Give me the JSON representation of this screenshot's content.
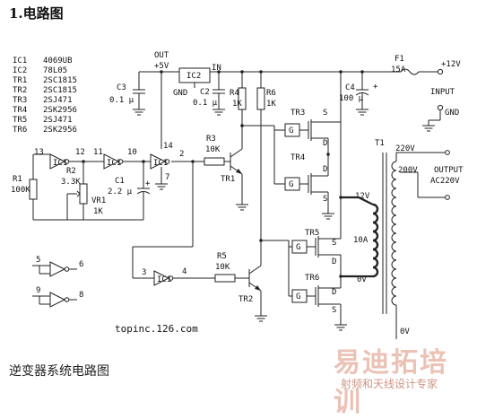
{
  "heading": "1.电路图",
  "caption": "逆变器系统电路图",
  "watermark": {
    "main": "易迪拓培训",
    "sub": "射频和天线设计专家"
  },
  "website": "topinc.126.com",
  "components": [
    {
      "ref": "IC1",
      "part": "4069UB"
    },
    {
      "ref": "IC2",
      "part": "78L05"
    },
    {
      "ref": "TR1",
      "part": "2SC1815"
    },
    {
      "ref": "TR2",
      "part": "2SC1815"
    },
    {
      "ref": "TR3",
      "part": "2SJ471"
    },
    {
      "ref": "TR4",
      "part": "2SK2956"
    },
    {
      "ref": "TR5",
      "part": "2SJ471"
    },
    {
      "ref": "TR6",
      "part": "2SK2956"
    }
  ],
  "labels": {
    "out": "OUT",
    "plus5v": "+5V",
    "ic2": "IC2",
    "in_label": "IN",
    "gnd": "GND",
    "c3": "C3",
    "c3v": "0.1 μ",
    "c2": "C2",
    "c2v": "0.1 μ",
    "r4": "R4",
    "r4v": "1K",
    "r6": "R6",
    "r6v": "1K",
    "c4": "C4",
    "c4v": "100 μ",
    "plus": "+",
    "f1": "F1",
    "f1v": "15A",
    "plus12v": "+12V",
    "input": "INPUT",
    "gnd2": "GND",
    "r1": "R1",
    "r1v": "100K",
    "r2": "R2",
    "r2v": "3.3K",
    "vr1": "VR1",
    "vr1v": "1K",
    "c1": "C1",
    "c1v": "2.2 μ",
    "r3": "R3",
    "r3v": "10K",
    "r5": "R5",
    "r5v": "10K",
    "tr1": "TR1",
    "tr2": "TR2",
    "tr3": "TR3",
    "tr4": "TR4",
    "tr5": "TR5",
    "tr6": "TR6",
    "t1": "T1",
    "v220": "220V",
    "v200": "200V",
    "output": "OUTPUT",
    "ac220v": "AC220V",
    "v12": "12V",
    "a10": "10A",
    "v0a": "0V",
    "v0b": "0V",
    "ic1": "IC1",
    "g": "G",
    "d": "D",
    "s": "S",
    "pin13": "13",
    "pin12": "12",
    "pin11": "11",
    "pin10": "10",
    "pin14": "14",
    "pin2": "2",
    "pin7": "7",
    "pin3": "3",
    "pin4": "4",
    "pin5": "5",
    "pin6": "6",
    "pin9": "9",
    "pin8": "8"
  }
}
